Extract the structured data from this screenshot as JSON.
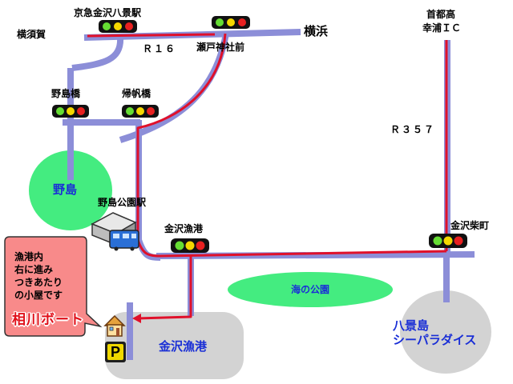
{
  "labels": {
    "keikyu_station": "京急金沢八景駅",
    "yokosuka": "横須賀",
    "yokohama": "横浜",
    "r16": "Ｒ１６",
    "seto_shrine": "瀬戸神社前",
    "shuto_line1": "首都高",
    "shuto_line2": "幸浦ＩＣ",
    "nojima_bridge": "野島橋",
    "hanbo_bridge": "帰帆橋",
    "r357": "Ｒ３５７",
    "nojima": "野島",
    "nojima_park_station": "野島公園駅",
    "kanazawa_port_signal": "金沢漁港",
    "kanazawa_shibamachi": "金沢柴町",
    "umi_park": "海の公園",
    "kanazawa_port_area": "金沢漁港",
    "hakkeijima_line1": "八景島",
    "hakkeijima_line2": "シーパラダイス"
  },
  "callout": {
    "line1": "漁港内",
    "line2": "右に進み",
    "line3": "つきあたり",
    "line4": "の小屋です",
    "brand": "相川ボート"
  },
  "parking": {
    "symbol": "P"
  },
  "colors": {
    "road": "#8c8ed8",
    "route": "#e0102a",
    "green_area": "#44ec80",
    "gray_area": "#d3d3d3",
    "callout_fill": "#f88a8a",
    "label_blue": "#1a2fd6"
  },
  "icons": [
    "traffic-light-icon",
    "train-icon",
    "boathouse-icon",
    "parking-icon"
  ]
}
